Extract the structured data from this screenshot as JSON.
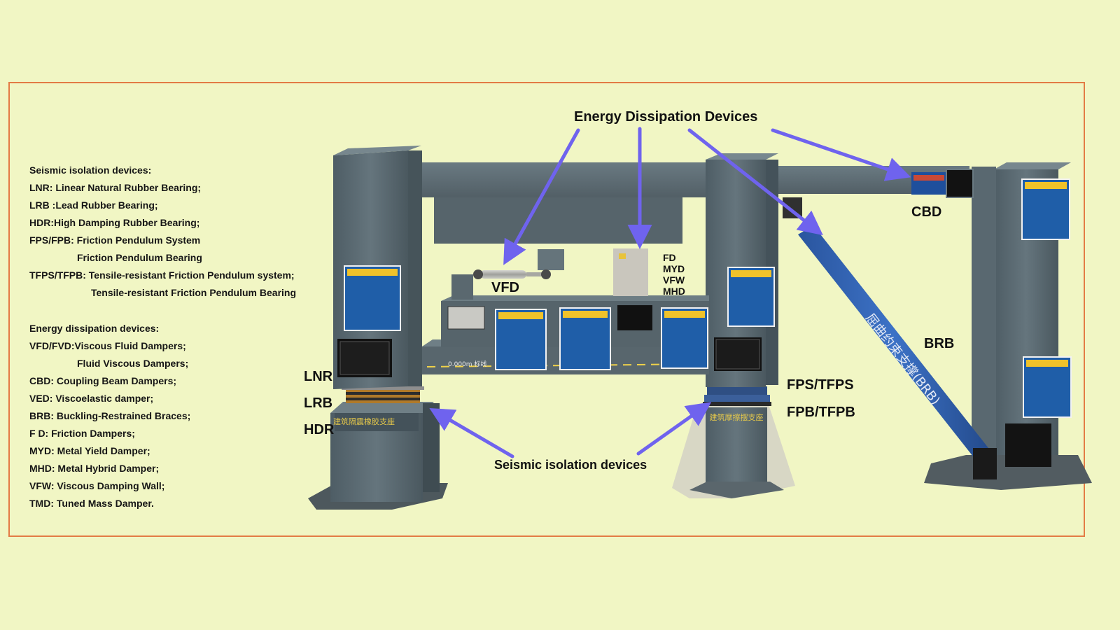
{
  "legend": {
    "isolation_heading": "Seismic isolation devices:",
    "isolation_items": [
      "LNR: Linear Natural Rubber Bearing;",
      "LRB :Lead Rubber Bearing;",
      "HDR:High Damping Rubber Bearing;",
      "FPS/FPB: Friction Pendulum System",
      "Friction Pendulum Bearing",
      "TFPS/TFPB: Tensile-resistant Friction Pendulum system;",
      "Tensile-resistant Friction Pendulum Bearing"
    ],
    "dissipation_heading": "Energy dissipation devices:",
    "dissipation_items": [
      "VFD/FVD:Viscous Fluid Dampers;",
      "Fluid Viscous Dampers;",
      "CBD:  Coupling Beam Dampers;",
      "VED:   Viscoelastic damper;",
      "BRB:  Buckling-Restrained Braces;",
      "F    D:   Friction Dampers;",
      "MYD:  Metal Yield Damper;",
      "MHD:  Metal Hybrid Damper;",
      "VFW:  Viscous Damping Wall;",
      "TMD:  Tuned Mass Damper."
    ]
  },
  "labels": {
    "energy_title": "Energy Dissipation Devices",
    "seismic_title": "Seismic isolation devices",
    "vfd": "VFD",
    "cbd": "CBD",
    "brb": "BRB",
    "fd_group": [
      "FD",
      "MYD",
      "VFW",
      "MHD"
    ],
    "left_bearings": [
      "LNR",
      "LRB",
      "HDR"
    ],
    "fps_tfps": "FPS/TFPS",
    "fpb_tfpb": "FPB/TFPB"
  },
  "model_text": {
    "left_base_cn": "建筑隔震橡胶支座",
    "middle_base_cn": "建筑摩擦摆支座",
    "brace_cn": "屈曲约束支撑(BRB)",
    "level_mark": "0.000m 标线"
  },
  "colors": {
    "background": "#f1f6c4",
    "frame": "#e37b45",
    "arrow": "#6f63ee",
    "steel": "#5a6a72",
    "brace": "#2f5fb0",
    "panel": "#1f5ea8",
    "panel_header": "#f0c22a",
    "text": "#111111"
  }
}
